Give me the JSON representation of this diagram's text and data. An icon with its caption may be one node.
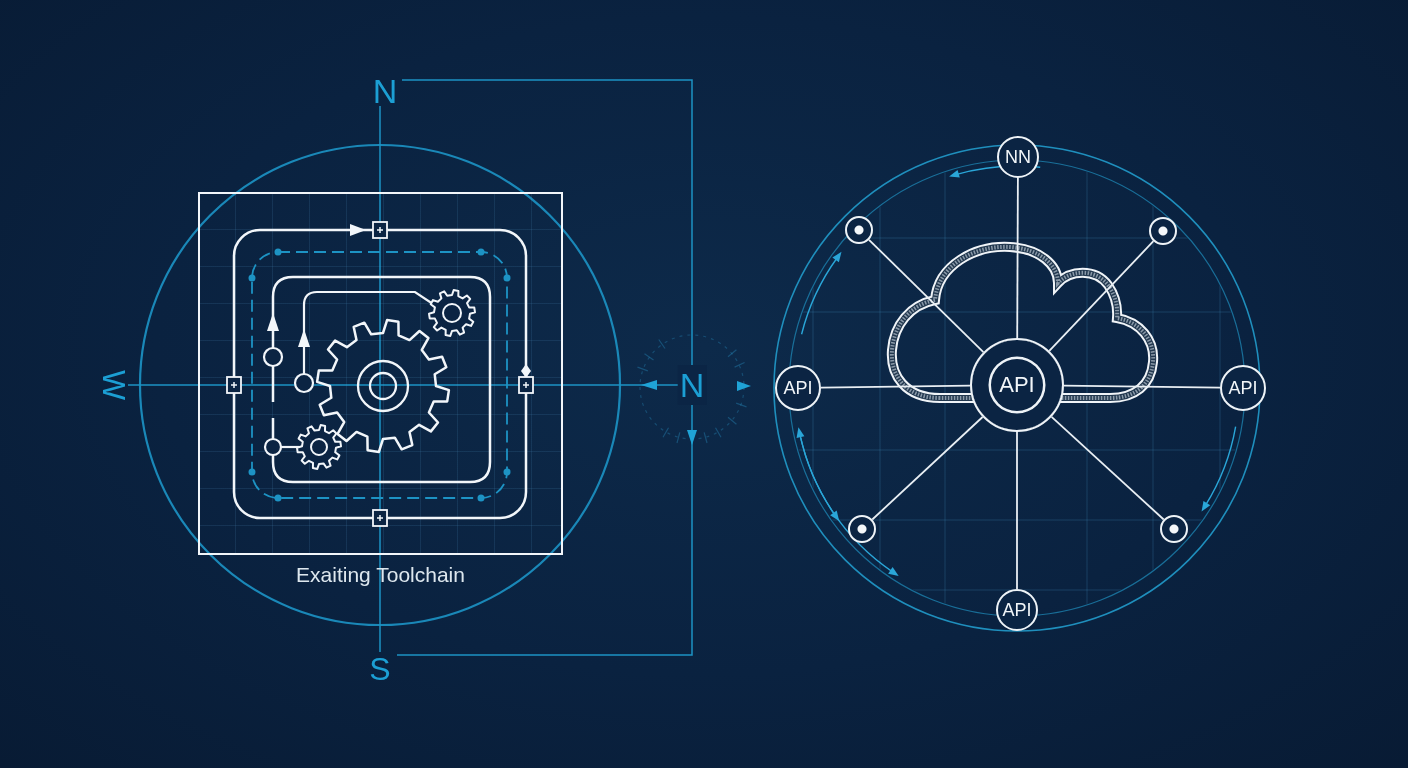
{
  "diagram": {
    "nodes": [
      {
        "text": [
          "Exaiting Toolchain"
        ]
      },
      {
        "text": [
          "NN"
        ]
      },
      {
        "text": [],
        "shape": "circle"
      },
      {
        "text": [],
        "shape": "circle"
      },
      {
        "text": [
          "API"
        ]
      },
      {
        "text": [
          "API"
        ]
      },
      {
        "text": [
          "API"
        ]
      },
      {
        "text": [],
        "shape": "circle"
      },
      {
        "text": [],
        "shape": "circle"
      },
      {
        "text": [
          "API"
        ]
      }
    ],
    "edges": [
      {
        "from": 5,
        "to": 1,
        "arrow": "none"
      },
      {
        "from": 5,
        "to": 2,
        "arrow": "none"
      },
      {
        "from": 5,
        "to": 3,
        "arrow": "none"
      },
      {
        "from": 5,
        "to": 4,
        "arrow": "none"
      },
      {
        "from": 5,
        "to": 6,
        "arrow": "none"
      },
      {
        "from": 5,
        "to": 7,
        "arrow": "none"
      },
      {
        "from": 5,
        "to": 8,
        "arrow": "none"
      },
      {
        "from": 5,
        "to": 9,
        "arrow": "none"
      }
    ],
    "labels": [
      "N",
      "W",
      "N",
      "S"
    ]
  }
}
